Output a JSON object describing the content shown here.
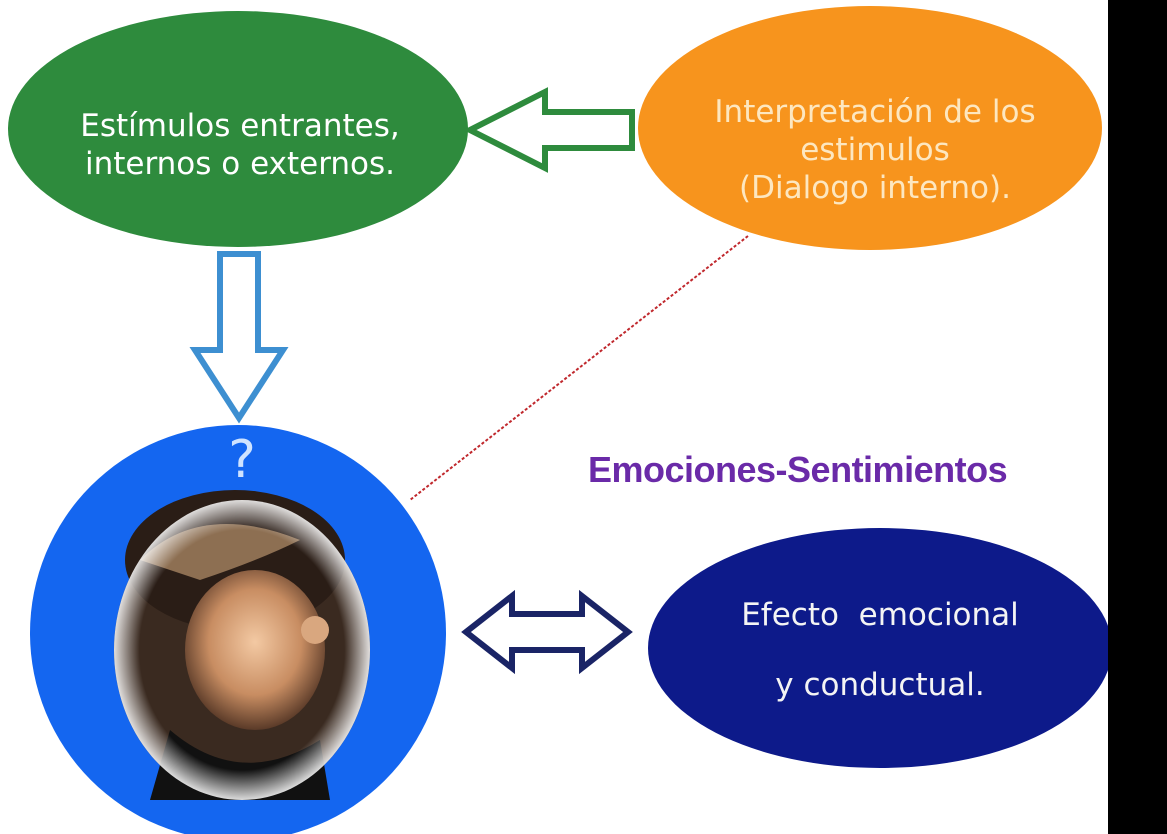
{
  "nodes": {
    "stimuli": {
      "lines": [
        "Estímulos entrantes,",
        "internos o externos."
      ]
    },
    "interpretation": {
      "lines": [
        "Interpretación de los",
        "estimulos",
        "(Dialogo interno)."
      ]
    },
    "effect": {
      "lines": [
        "Efecto  emocional",
        "y conductual."
      ]
    },
    "person": {
      "symbol": "?"
    }
  },
  "title": "Emociones-Sentimientos",
  "colors": {
    "green_ellipse": "#2e8b3d",
    "orange_ellipse": "#f7941d",
    "navy_ellipse": "#0d1a8a",
    "blue_circle": "#1466f0",
    "arrow_green": "#2e8b3d",
    "arrow_blue": "#3d8fd1",
    "arrow_navy": "#1a2466",
    "red_line": "#c0282d",
    "title": "#6a2aa8"
  },
  "icons": {
    "left_arrow": "hollow-left-arrow-icon",
    "down_arrow": "hollow-down-arrow-icon",
    "double_arrow": "hollow-double-arrow-icon",
    "photo": "woman-photo-icon"
  }
}
